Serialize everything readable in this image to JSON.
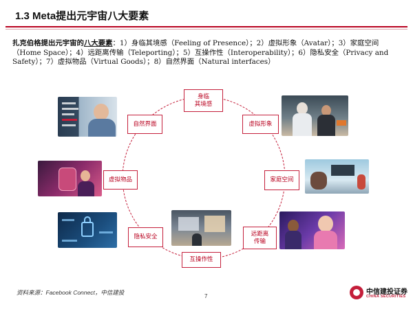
{
  "header": {
    "title_num": "1.3 Meta",
    "title_rest": "提出元宇宙八大要素"
  },
  "intro": {
    "lead": "扎克伯格提出元宇宙的",
    "emph": "八大要素",
    "body": "：1）身临其境感（Feeling of Presence）；2）虚拟形象（Avatar）；3）家庭空间（Home Space）；4）远距离传输（Teleporting）；5）互操作性（Interoperability）；6）隐私安全（Privacy and Safety）；7）虚拟物品（Virtual Goods）；8）自然界面（Natural interfaces）"
  },
  "elements": [
    {
      "label": "身临\n其境感"
    },
    {
      "label": "虚拟形象"
    },
    {
      "label": "家庭空间"
    },
    {
      "label": "远距离\n传输"
    },
    {
      "label": "互操作性"
    },
    {
      "label": "隐私安全"
    },
    {
      "label": "虚拟物品"
    },
    {
      "label": "自然界面"
    }
  ],
  "colors": {
    "accent": "#c41e3a",
    "rule": "#b8001e"
  },
  "footer": {
    "source": "资料来源：Facebook Connect，中信建投",
    "page": "7",
    "logo_cn": "中信建投证券",
    "logo_en": "CHINA SECURITIES"
  }
}
